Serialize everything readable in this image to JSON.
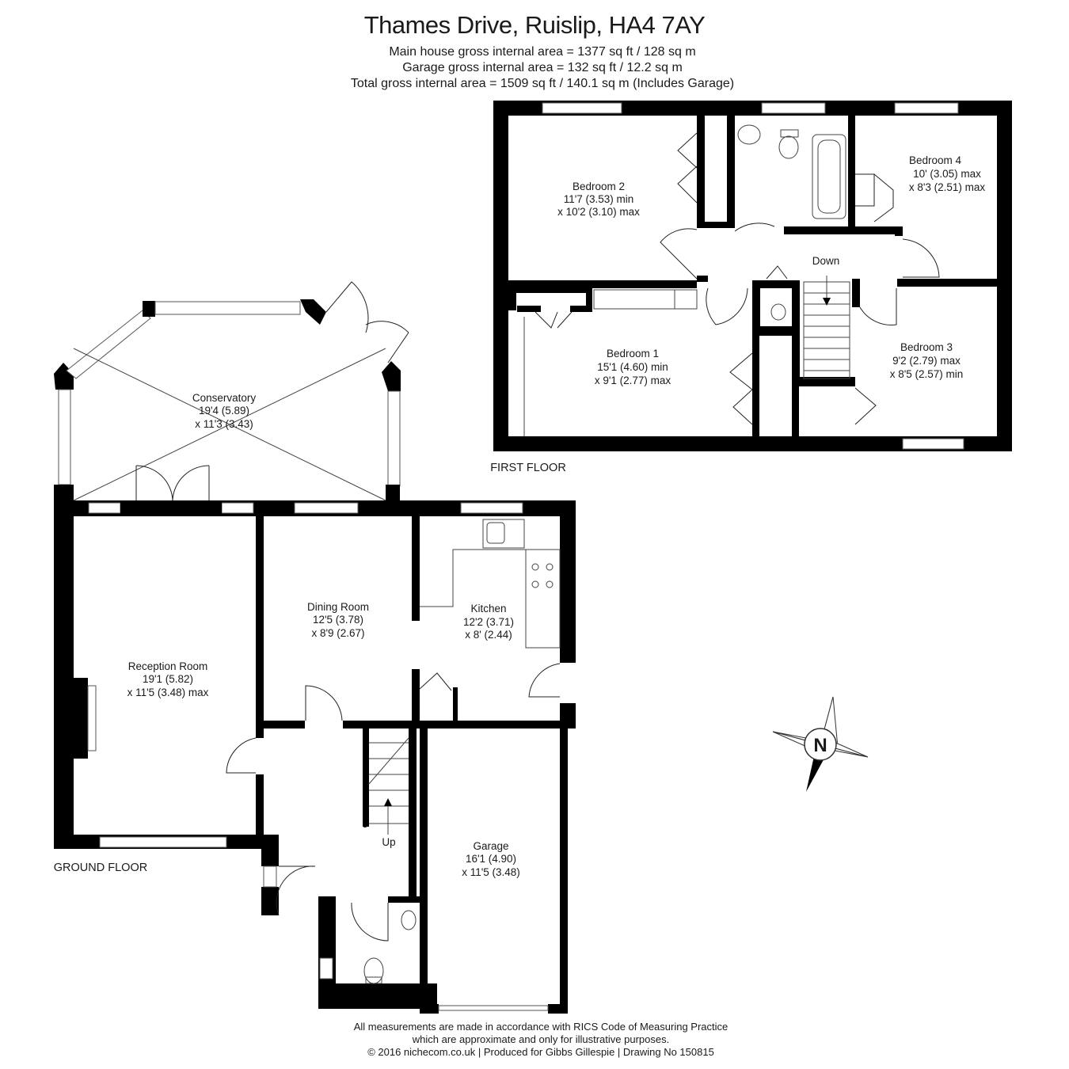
{
  "header": {
    "title": "Thames Drive, Ruislip, HA4 7AY",
    "main_area": "Main house gross internal area =  1377 sq ft / 128 sq m",
    "garage_area": "Garage gross internal area = 132 sq ft / 12.2 sq m",
    "total_area": "Total gross internal area =  1509 sq ft / 140.1 sq m (Includes Garage)"
  },
  "first_floor": {
    "label": "FIRST FLOOR",
    "down_label": "Down",
    "bedroom2": {
      "name": "Bedroom 2",
      "dim1": "11'7 (3.53) min",
      "dim2": "x 10'2 (3.10) max"
    },
    "bedroom4": {
      "name": "Bedroom 4",
      "dim1": "10' (3.05) max",
      "dim2": "x 8'3 (2.51) max"
    },
    "bedroom1": {
      "name": "Bedroom 1",
      "dim1": "15'1 (4.60) min",
      "dim2": "x 9'1 (2.77) max"
    },
    "bedroom3": {
      "name": "Bedroom 3",
      "dim1": "9'2 (2.79) max",
      "dim2": "x 8'5 (2.57) min"
    }
  },
  "ground_floor": {
    "label": "GROUND FLOOR",
    "up_label": "Up",
    "conservatory": {
      "name": "Conservatory",
      "dim1": "19'4 (5.89)",
      "dim2": "x 11'3 (3.43)"
    },
    "reception": {
      "name": "Reception Room",
      "dim1": "19'1 (5.82)",
      "dim2": "x 11'5 (3.48) max"
    },
    "dining": {
      "name": "Dining Room",
      "dim1": "12'5 (3.78)",
      "dim2": "x 8'9 (2.67)"
    },
    "kitchen": {
      "name": "Kitchen",
      "dim1": "12'2 (3.71)",
      "dim2": "x 8' (2.44)"
    },
    "garage": {
      "name": "Garage",
      "dim1": "16'1 (4.90)",
      "dim2": "x 11'5 (3.48)"
    }
  },
  "compass": {
    "letter": "N"
  },
  "footer": {
    "line1": "All measurements are made in accordance with RICS Code of Measuring Practice",
    "line2": "which are approximate and only for illustrative purposes.",
    "line3": "© 2016 nichecom.co.uk  |  Produced for Gibbs Gillespie  |  Drawing No 150815"
  }
}
